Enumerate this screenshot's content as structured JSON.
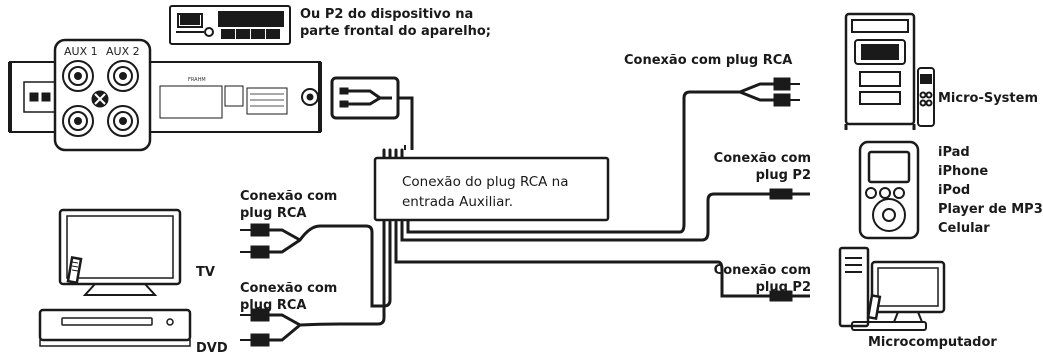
{
  "front_panel_note": {
    "line1": "Ou P2 do dispositivo na",
    "line2": "parte frontal do aparelho;"
  },
  "amplifier": {
    "aux1_label": "AUX 1",
    "aux2_label": "AUX 2",
    "brand": "FRAHM"
  },
  "aux_input_box": {
    "line1": "Conexão do plug RCA na",
    "line2": "entrada Auxiliar."
  },
  "connections": {
    "rca_top": "Conexão com plug RCA",
    "p2_upper": {
      "line1": "Conexão com",
      "line2": "plug P2"
    },
    "p2_lower": {
      "line1": "Conexão com",
      "line2": "plug P2"
    },
    "rca_tv": {
      "line1": "Conexão com",
      "line2": "plug RCA"
    },
    "rca_dvd": {
      "line1": "Conexão com",
      "line2": "plug RCA"
    }
  },
  "devices": {
    "tv": "TV",
    "dvd": "DVD",
    "micro_system": "Micro-System",
    "portable_list": [
      "iPad",
      "iPhone",
      "iPod",
      "Player de MP3",
      "Celular"
    ],
    "computer": "Microcomputador"
  },
  "colors": {
    "ink": "#1a1a1a",
    "background": "#ffffff"
  }
}
